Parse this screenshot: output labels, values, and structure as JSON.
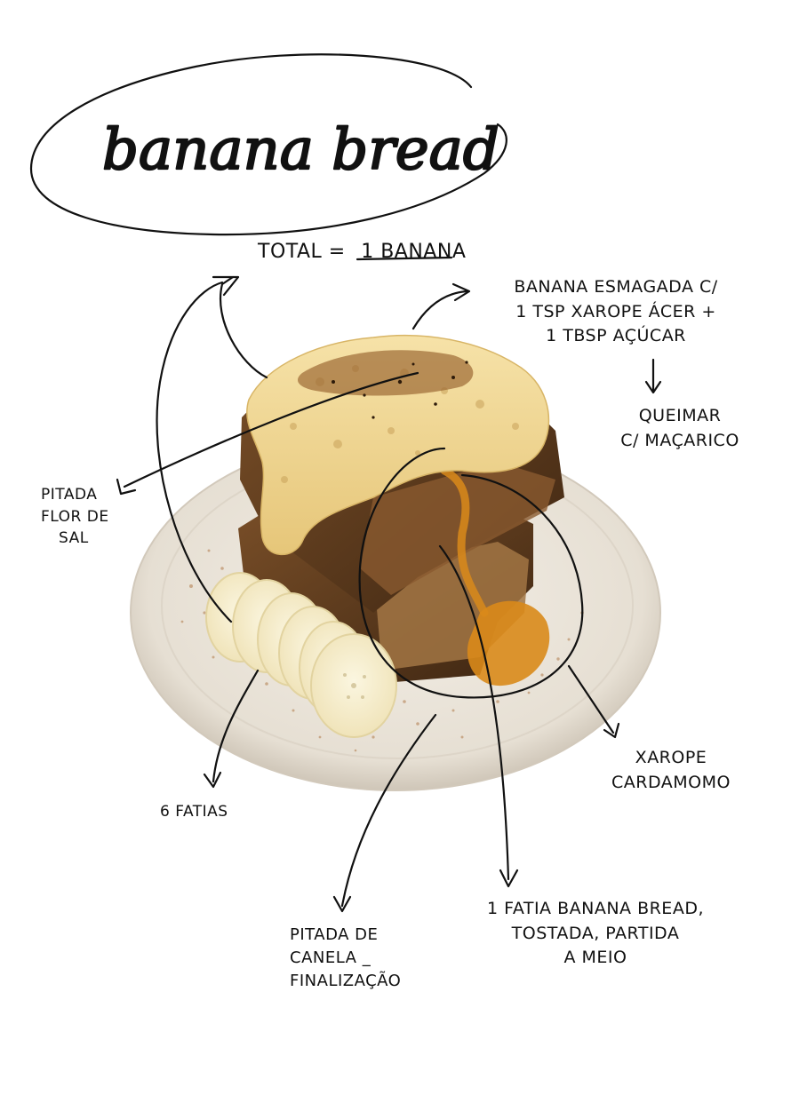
{
  "title": "banana bread",
  "total": {
    "prefix": "TOTAL =",
    "value": "1 BANANA"
  },
  "annotations": {
    "mashed_banana": [
      "BANANA ESMAGADA C/",
      "1 TSP XAROPE ÁCER +",
      "1 TBSP AÇÚCAR"
    ],
    "torch": [
      "QUEIMAR",
      "C/ MAÇARICO"
    ],
    "salt": [
      "PITADA",
      "FLOR DE",
      "SAL"
    ],
    "syrup": [
      "XAROPE",
      "CARDAMOMO"
    ],
    "slices": [
      "6 FATIAS"
    ],
    "cinnamon": [
      "PITADA DE",
      "CANELA _",
      "FINALIZAÇÃO"
    ],
    "bread_slice": [
      "1 FATIA BANANA BREAD,",
      "TOSTADA, PARTIDA",
      "A MEIO"
    ]
  },
  "colors": {
    "ink": "#111111",
    "plate": "#ece6dc",
    "bread_dark": "#5a3a1e",
    "bread_light": "#8a5a30",
    "banana_topping": "#f0d591",
    "banana_slice": "#f5efd0",
    "maple_syrup": "#d98a1a",
    "cinnamon": "#b07a4a"
  },
  "icons": {
    "title_circle": "hand-drawn-ellipse",
    "arrows": "hand-drawn-arrow"
  }
}
